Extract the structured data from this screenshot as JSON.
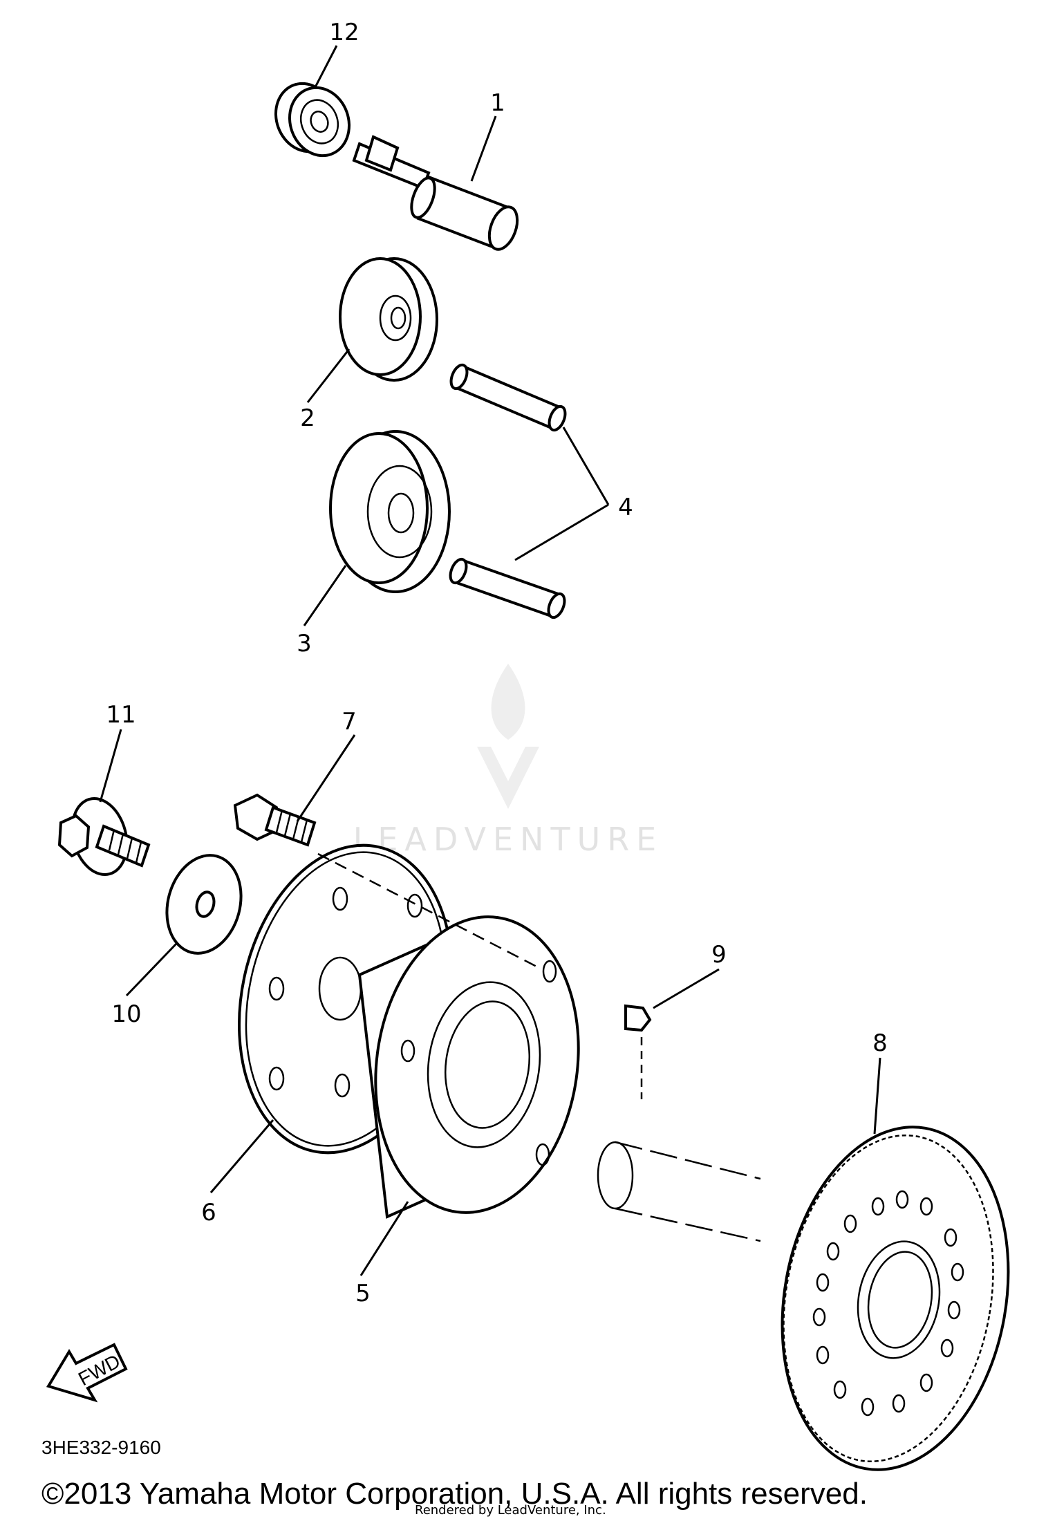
{
  "callouts": {
    "p1": "1",
    "p2": "2",
    "p3": "3",
    "p4": "4",
    "p5": "5",
    "p6": "6",
    "p7": "7",
    "p8": "8",
    "p9": "9",
    "p10": "10",
    "p11": "11",
    "p12": "12"
  },
  "fwd_label": "FWD",
  "diagram_code": "3HE332-9160",
  "copyright": "©2013 Yamaha Motor Corporation, U.S.A. All rights reserved.",
  "rendered_by": "Rendered by LeadVenture, Inc.",
  "watermark_text": "LEADVENTURE",
  "colors": {
    "ink": "#000000",
    "paper": "#ffffff",
    "watermark": "#e2e2e2"
  }
}
